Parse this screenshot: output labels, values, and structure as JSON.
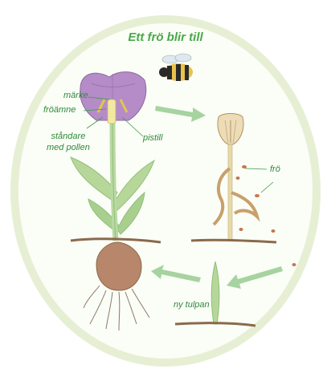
{
  "title": "Ett frö blir till",
  "labels": {
    "stigma": "märke",
    "ovary": "fröämne",
    "stamens": "ståndare\nmed pollen",
    "pistil": "pistill",
    "seed": "frö",
    "new_tulip": "ny tulpan"
  },
  "colors": {
    "frame": "#e9f1d8",
    "text_green": "#2e8b3a",
    "arrow_green": "#9fcf9a",
    "petal_purple": "#b58cc7",
    "stem_green": "#a9cf8f",
    "bulb_brown": "#b8866a",
    "soil_brown": "#8a6a4a"
  }
}
